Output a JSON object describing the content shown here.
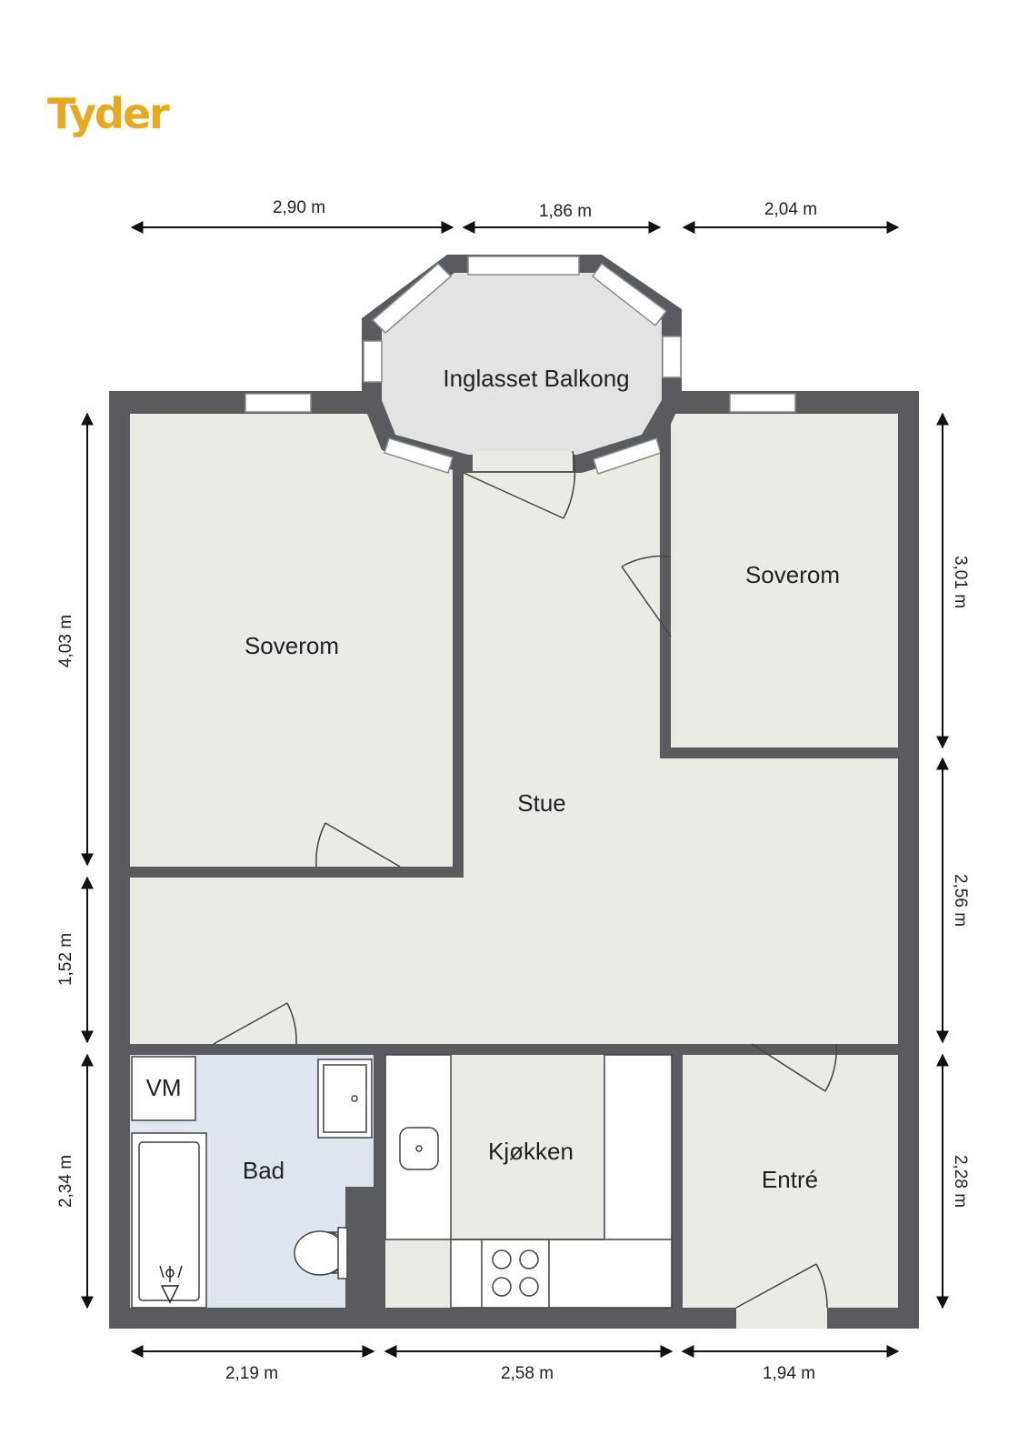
{
  "brand": {
    "name": "Tyder",
    "color": "#e8a91d"
  },
  "colors": {
    "wall": "#5a5b5e",
    "floor": "#ebebe5",
    "balcony": "#e3e3e3",
    "bath": "#dfe5ee",
    "fixture": "#ffffff"
  },
  "rooms": {
    "balcony": "Inglasset Balkong",
    "bedroom_left": "Soverom",
    "bedroom_right": "Soverom",
    "living": "Stue",
    "kitchen": "Kjøkken",
    "bath": "Bad",
    "entry": "Entré",
    "washer": "VM"
  },
  "dimensions": {
    "top": [
      "2,90 m",
      "1,86 m",
      "2,04 m"
    ],
    "bottom": [
      "2,19 m",
      "2,58 m",
      "1,94 m"
    ],
    "left": [
      "4,03 m",
      "1,52 m",
      "2,34 m"
    ],
    "right": [
      "3,01 m",
      "2,56 m",
      "2,28 m"
    ]
  }
}
